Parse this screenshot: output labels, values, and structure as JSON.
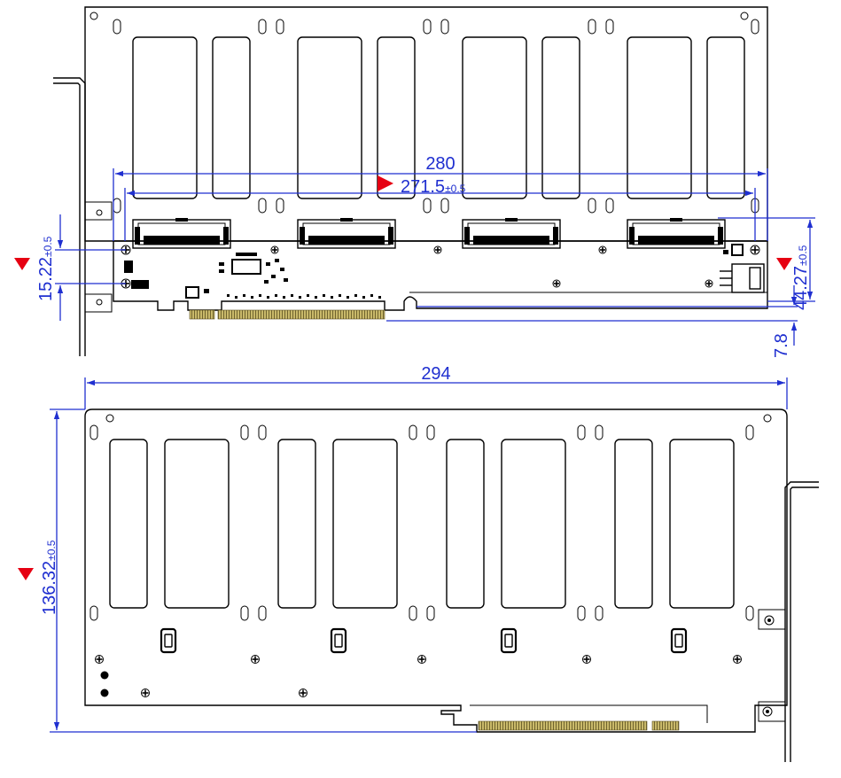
{
  "colors": {
    "outline": "#000000",
    "dimension": "#1f2fd0",
    "marker": "#e60012",
    "contacts": "#b9a75a",
    "background": "#ffffff"
  },
  "top_view": {
    "module_slots": 4,
    "dimensions": {
      "inner_width": "280",
      "slot_pitch": "271.5",
      "slot_pitch_tolerance": "±0.5",
      "left_height": "15.22",
      "left_height_tolerance": "±0.5",
      "right_height": "44.27",
      "right_height_tolerance": "±0.5",
      "edge_offset": "7.8"
    }
  },
  "bottom_view": {
    "module_slots": 4,
    "dimensions": {
      "overall_length": "294",
      "overall_height": "136.32",
      "overall_height_tolerance": "±0.5"
    }
  }
}
